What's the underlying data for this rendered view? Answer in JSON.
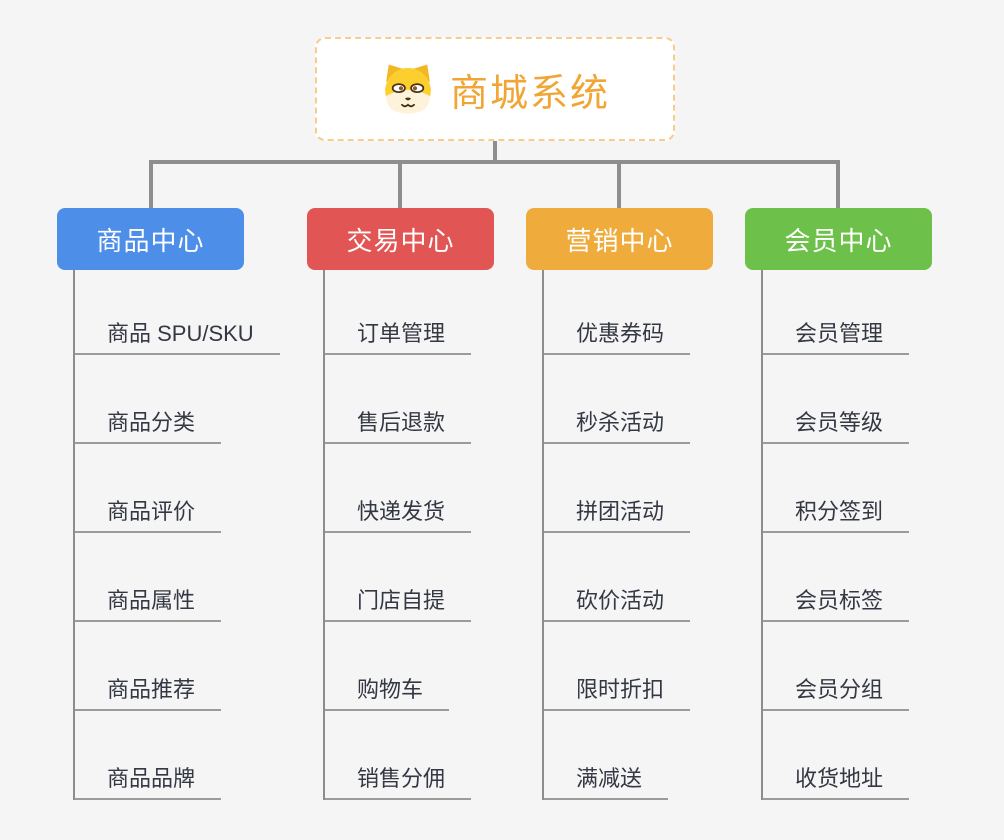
{
  "page": {
    "background_color": "#f5f5f6",
    "connector_color": "#8e8e8e"
  },
  "root": {
    "title": "商城系统",
    "icon": "dog-face-icon",
    "text_color": "#f0a534",
    "border_color": "#f7cd8e"
  },
  "branches": [
    {
      "label": "商品中心",
      "color": "#4C8EE8",
      "children": [
        "商品 SPU/SKU",
        "商品分类",
        "商品评价",
        "商品属性",
        "商品推荐",
        "商品品牌"
      ]
    },
    {
      "label": "交易中心",
      "color": "#E15654",
      "children": [
        "订单管理",
        "售后退款",
        "快递发货",
        "门店自提",
        "购物车",
        "销售分佣"
      ]
    },
    {
      "label": "营销中心",
      "color": "#EFAC3D",
      "children": [
        "优惠券码",
        "秒杀活动",
        "拼团活动",
        "砍价活动",
        "限时折扣",
        "满减送"
      ]
    },
    {
      "label": "会员中心",
      "color": "#6DC04A",
      "children": [
        "会员管理",
        "会员等级",
        "积分签到",
        "会员标签",
        "会员分组",
        "收货地址"
      ]
    }
  ]
}
